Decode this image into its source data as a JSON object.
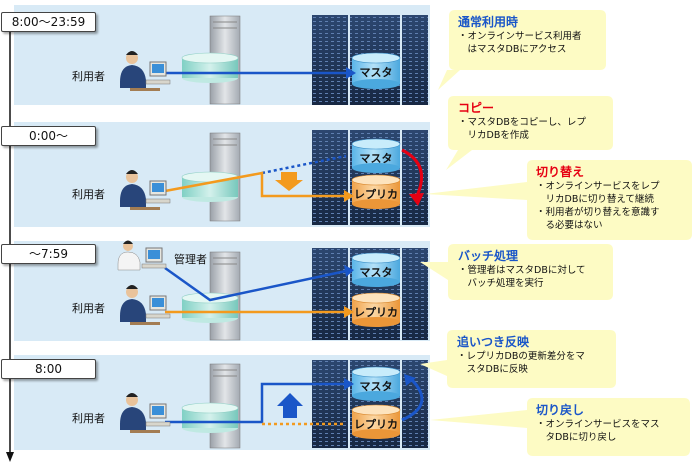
{
  "rows": [
    {
      "time": "8:00～23:59",
      "user": "利用者",
      "master": "マスタ",
      "callout": {
        "title": "通常利用時",
        "lines": [
          "・オンラインサービス利用者",
          "　はマスタDBにアクセス"
        ]
      }
    },
    {
      "time": "0:00～",
      "user": "利用者",
      "master": "マスタ",
      "replica": "レプリカ",
      "callout": {
        "title": "コピー",
        "lines": [
          "・マスタDBをコピーし、レプ",
          "　リカDBを作成"
        ]
      },
      "callout2": {
        "title": "切り替え",
        "lines": [
          "・オンラインサービスをレプ",
          "　リカDBに切り替えて継続",
          "・利用者が切り替えを意識す",
          "　る必要はない"
        ]
      }
    },
    {
      "time": "～7:59",
      "admin": "管理者",
      "user": "利用者",
      "master": "マスタ",
      "replica": "レプリカ",
      "callout": {
        "title": "バッチ処理",
        "lines": [
          "・管理者はマスタDBに対して",
          "　バッチ処理を実行"
        ]
      }
    },
    {
      "time": "8:00",
      "user": "利用者",
      "master": "マスタ",
      "replica": "レプリカ",
      "callout": {
        "title": "追いつき反映",
        "lines": [
          "・レプリカDBの更新差分をマ",
          "　スタDBに反映"
        ]
      },
      "callout2": {
        "title": "切り戻し",
        "lines": [
          "・オンラインサービスをマス",
          "　タDBに切り戻し"
        ]
      }
    }
  ],
  "colors": {
    "panel": "#d8eaf6",
    "blue_line": "#1a56c8",
    "orange_line": "#f39a1e",
    "red_arrow": "#e60012",
    "callout_bg": "#fdfbc4",
    "db_blue": "#7dc8ee",
    "db_orange": "#f5b866",
    "server_dark": "#22395a"
  }
}
